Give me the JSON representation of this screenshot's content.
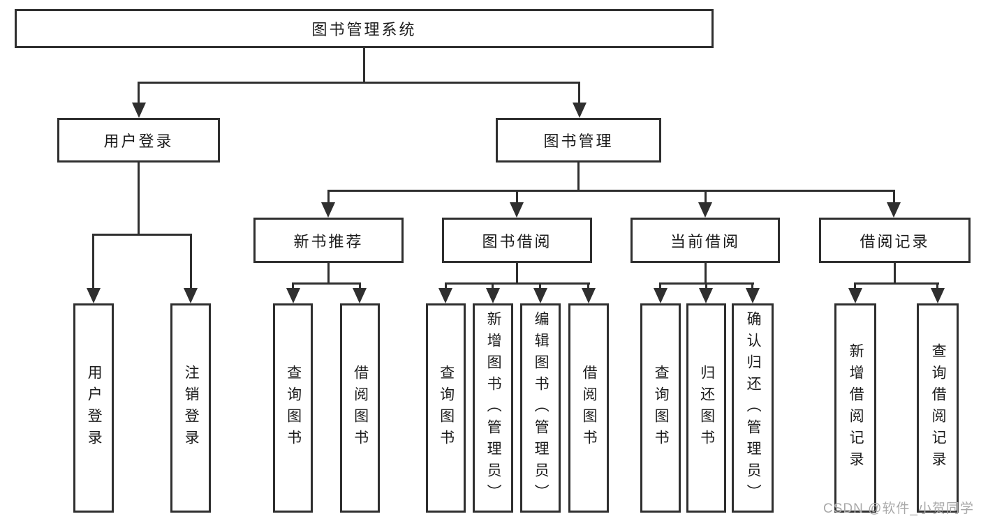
{
  "colors": {
    "line": "#2f2f2f",
    "box_border": "#2f2f2f",
    "text": "#1c1c1c",
    "background": "#ffffff",
    "watermark": "#a9a9a9"
  },
  "diagram": {
    "root": "图书管理系统",
    "level2": [
      "用户登录",
      "图书管理"
    ],
    "level3": [
      "新书推荐",
      "图书借阅",
      "当前借阅",
      "借阅记录"
    ],
    "leaves": {
      "user_login": [
        "用户登录",
        "注销登录"
      ],
      "new_book": [
        "查询图书",
        "借阅图书"
      ],
      "book_borrow": [
        "查询图书",
        "新增图书（管理员）",
        "编辑图书（管理员）",
        "借阅图书"
      ],
      "current_borrow": [
        "查询图书",
        "归还图书",
        "确认归还（管理员）"
      ],
      "borrow_record": [
        "新增借阅记录",
        "查询借阅记录"
      ]
    }
  },
  "watermark": "CSDN @软件_小贺同学"
}
